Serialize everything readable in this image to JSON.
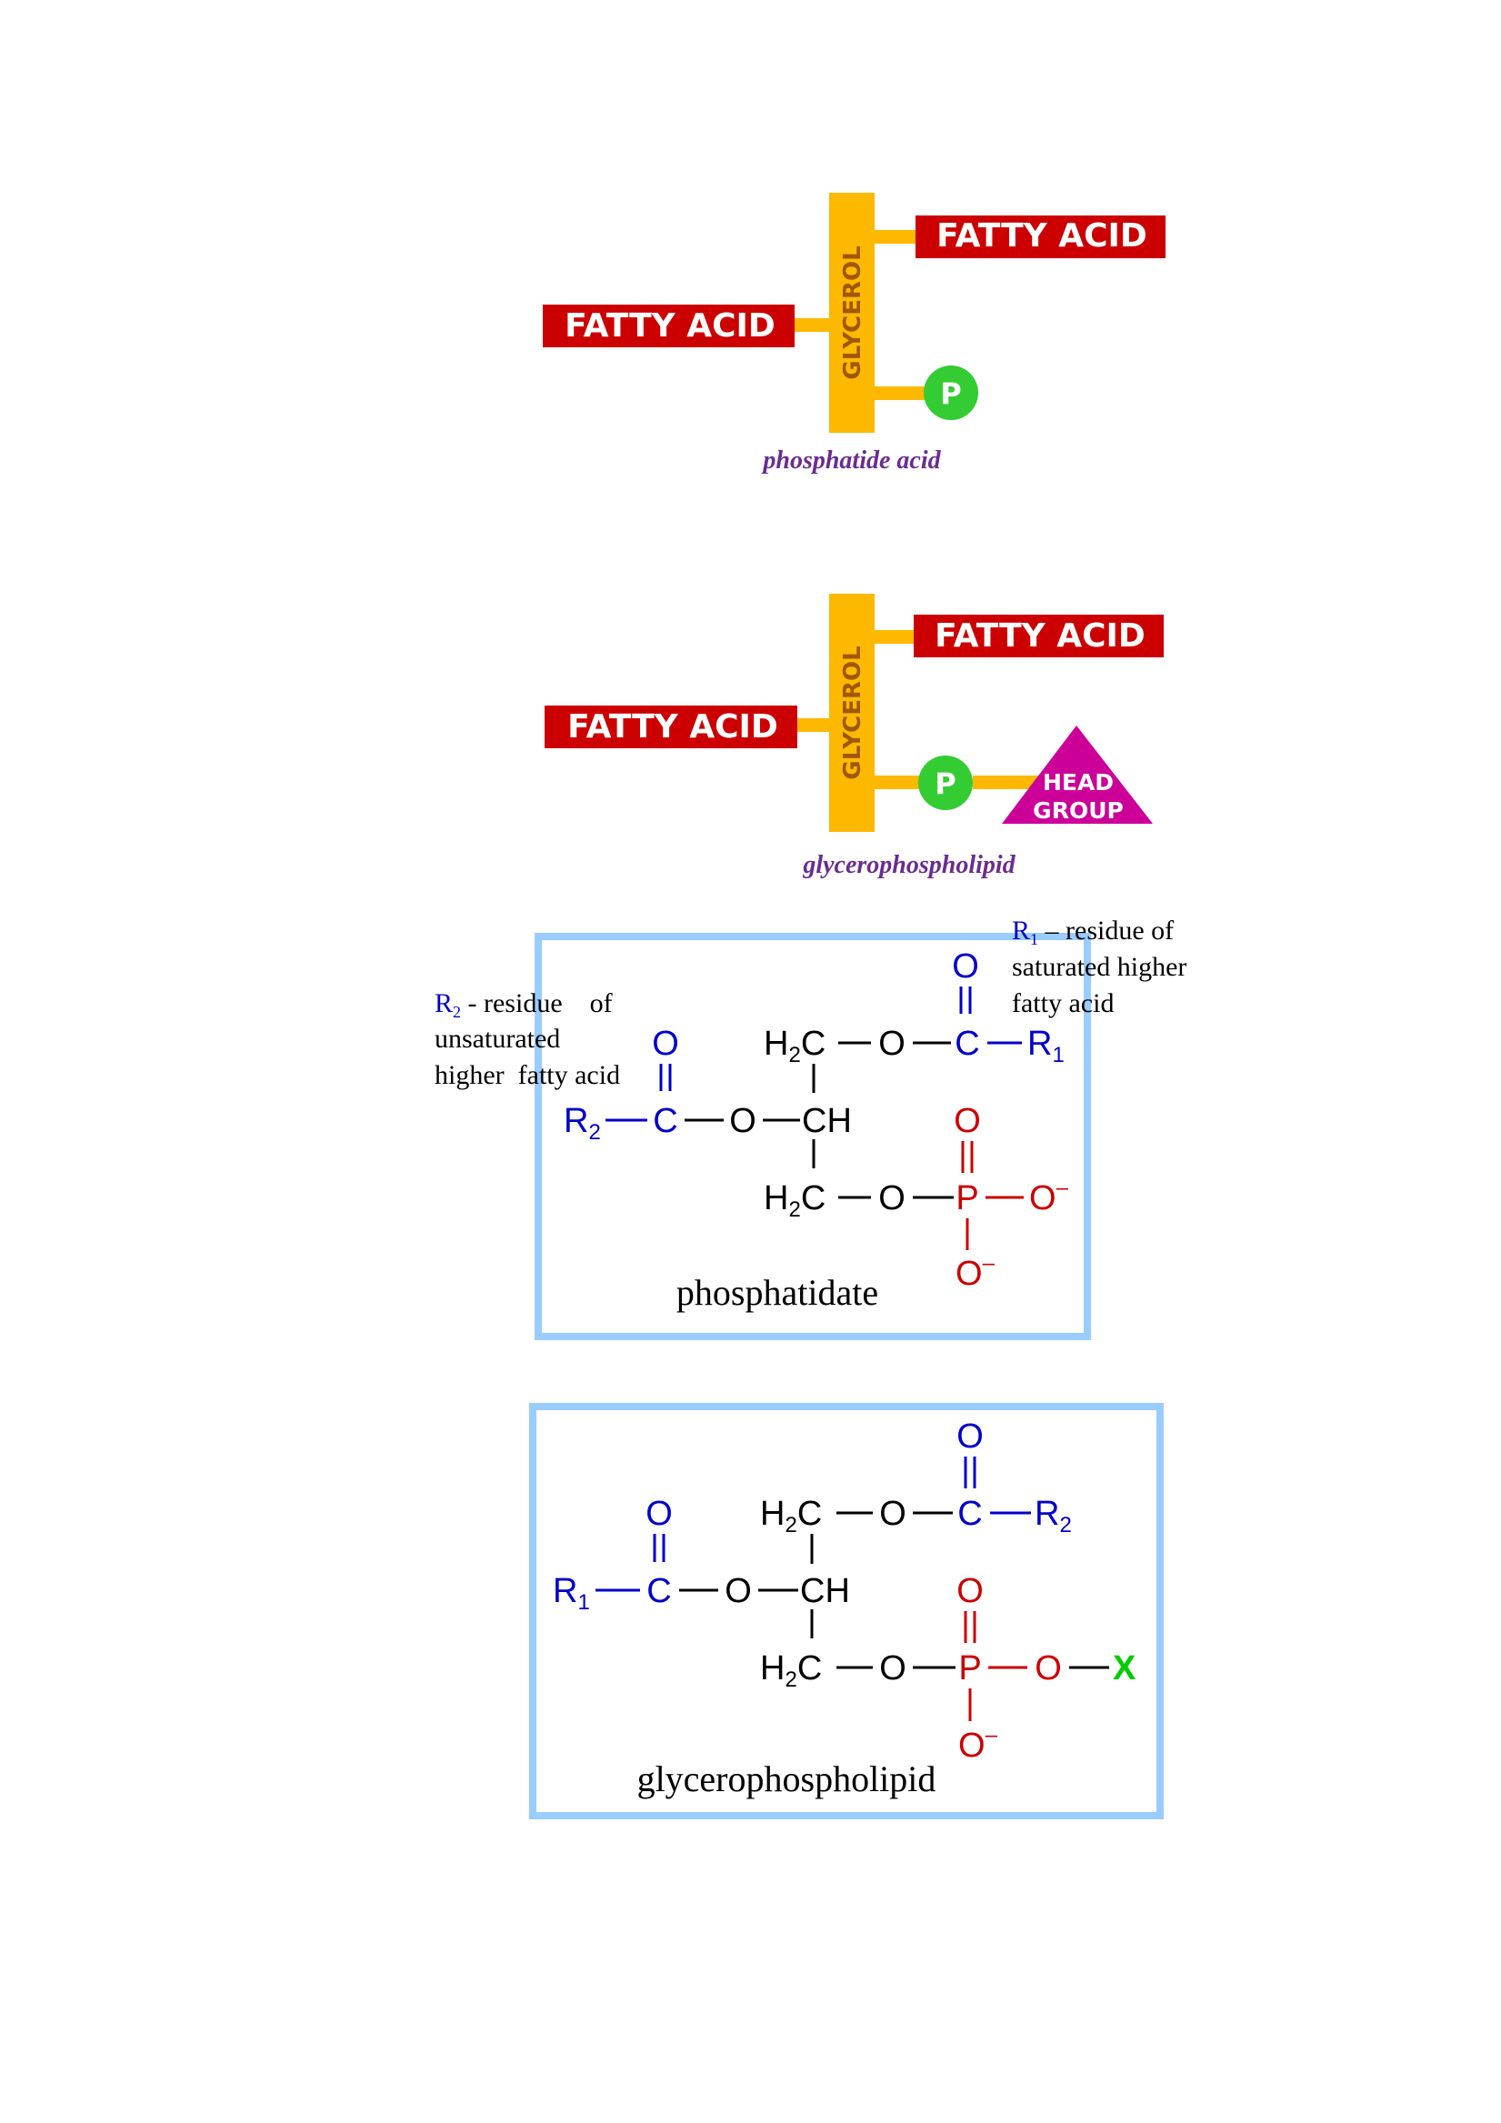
{
  "colors": {
    "fatty_acid_red": "#cc0000",
    "glycerol_yellow": "#fcb900",
    "phosphate_green": "#33cc33",
    "head_group_magenta": "#cc0099",
    "caption_purple": "#6a2c91",
    "frame_blue": "#99ccff",
    "chem_blue": "#0000cc",
    "chem_red": "#cc0000",
    "chem_green": "#00cc00",
    "chem_black": "#000000"
  },
  "diagram1": {
    "fatty_acid_top": "FATTY ACID",
    "fatty_acid_left": "FATTY ACID",
    "glycerol": "GLYCEROL",
    "phosphate": "P",
    "caption": "phosphatide acid"
  },
  "diagram2": {
    "fatty_acid_top": "FATTY ACID",
    "fatty_acid_left": "FATTY ACID",
    "glycerol": "GLYCEROL",
    "phosphate": "P",
    "head_group_line1": "HEAD",
    "head_group_line2": "GROUP",
    "caption": "glycerophospholipid"
  },
  "box1": {
    "caption": "phosphatidate",
    "note_r1": {
      "symbol": "R",
      "subscript": "1",
      "line1": " – residue of",
      "line2": "saturated higher",
      "line3": "fatty acid"
    },
    "note_r2": {
      "symbol": "R",
      "subscript": "2",
      "line1": " - residue    of",
      "line2": "unsaturated",
      "line3": "higher  fatty acid"
    },
    "atoms": {
      "o_top": "O",
      "c_top": "C",
      "r_top": "R",
      "r_top_sub": "1",
      "h2c_top": "H",
      "h2c_sub": "2",
      "h2c_c": "C",
      "o_link_top": "O",
      "ch": "CH",
      "o_left_carbonyl": "O",
      "c_left": "C",
      "o_left_link": "O",
      "r_left": "R",
      "r_left_sub": "2",
      "h2c_bottom": "H",
      "h2c_bottom_sub": "2",
      "h2c_bottom_c": "C",
      "o_link_bottom": "O",
      "p": "P",
      "o_p_top": "O",
      "o_p_right": "O",
      "o_p_right_charge": "–",
      "o_p_bottom": "O",
      "o_p_bottom_charge": "–"
    }
  },
  "box2": {
    "caption": "glycerophospholipid",
    "atoms": {
      "o_top": "O",
      "c_top": "C",
      "r_top": "R",
      "r_top_sub": "2",
      "h2c_top": "H",
      "h2c_sub": "2",
      "h2c_c": "C",
      "o_link_top": "O",
      "ch": "CH",
      "o_left_carbonyl": "O",
      "c_left": "C",
      "o_left_link": "O",
      "r_left": "R",
      "r_left_sub": "1",
      "h2c_bottom": "H",
      "h2c_bottom_sub": "2",
      "h2c_bottom_c": "C",
      "o_link_bottom": "O",
      "p": "P",
      "o_p_top": "O",
      "o_p_right": "O",
      "x": "X",
      "o_p_bottom": "O",
      "o_p_bottom_charge": "–"
    }
  }
}
